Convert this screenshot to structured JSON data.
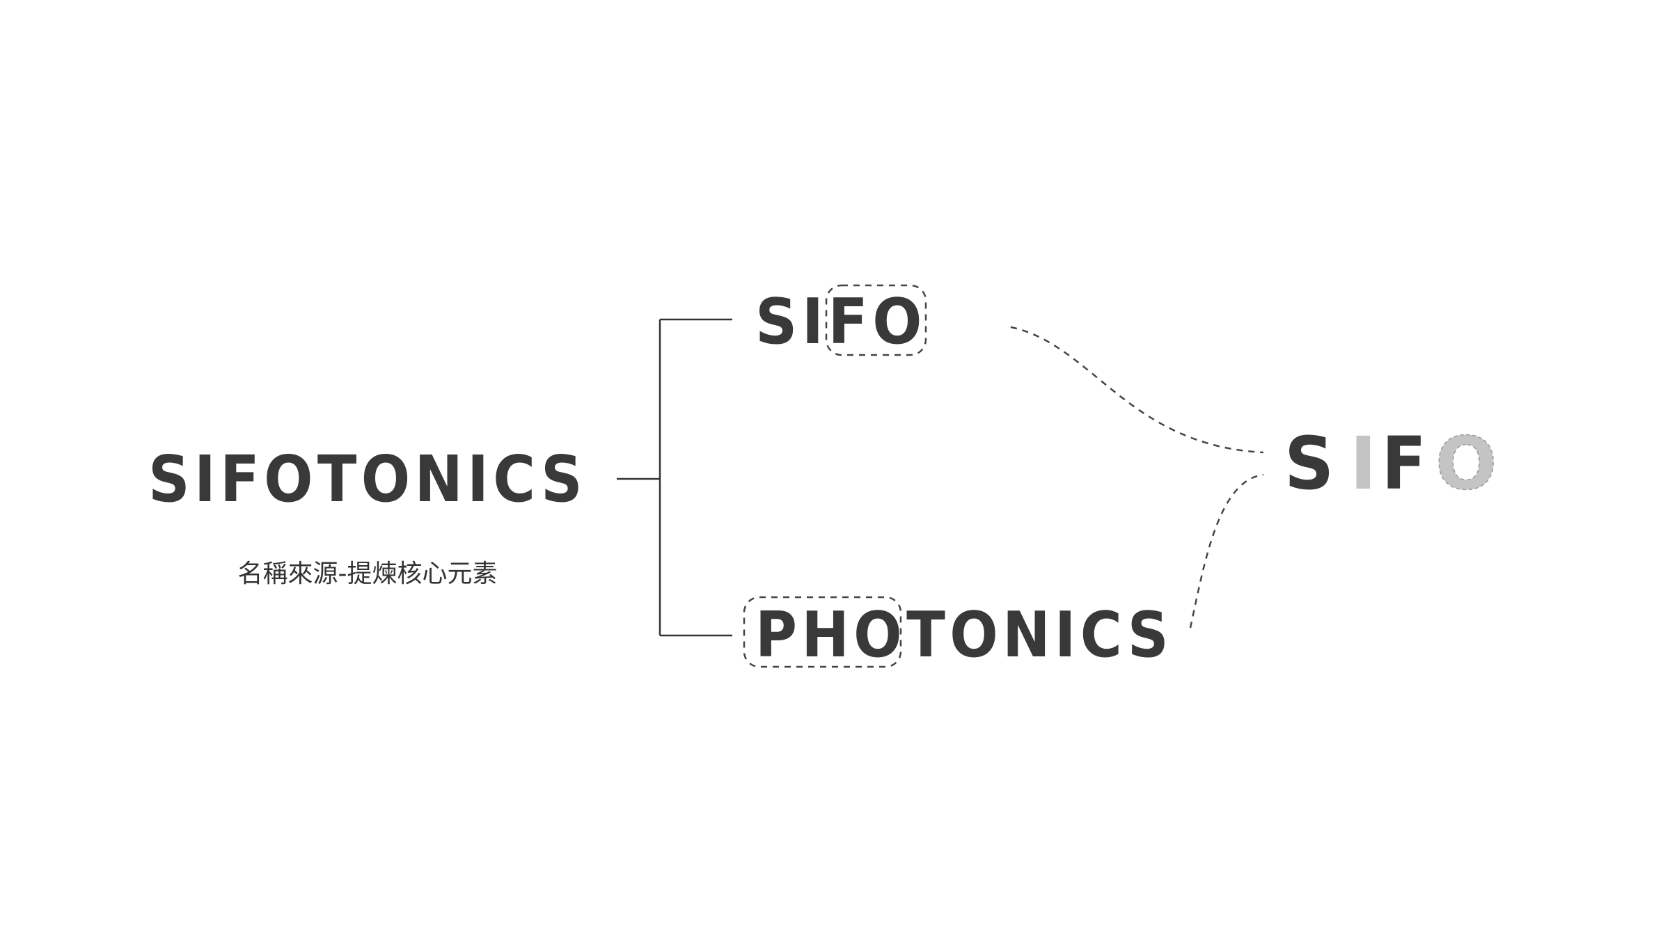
{
  "source_name": "SIFOTONICS",
  "caption": "名稱來源-提煉核心元素",
  "part_one": "SIFO",
  "part_two": "PHOTONICS",
  "result": {
    "letters": [
      "S",
      "I",
      "F",
      "O"
    ]
  },
  "colors": {
    "text": "#393939",
    "highlight": "#c4c4c4",
    "lines": "#333333"
  }
}
